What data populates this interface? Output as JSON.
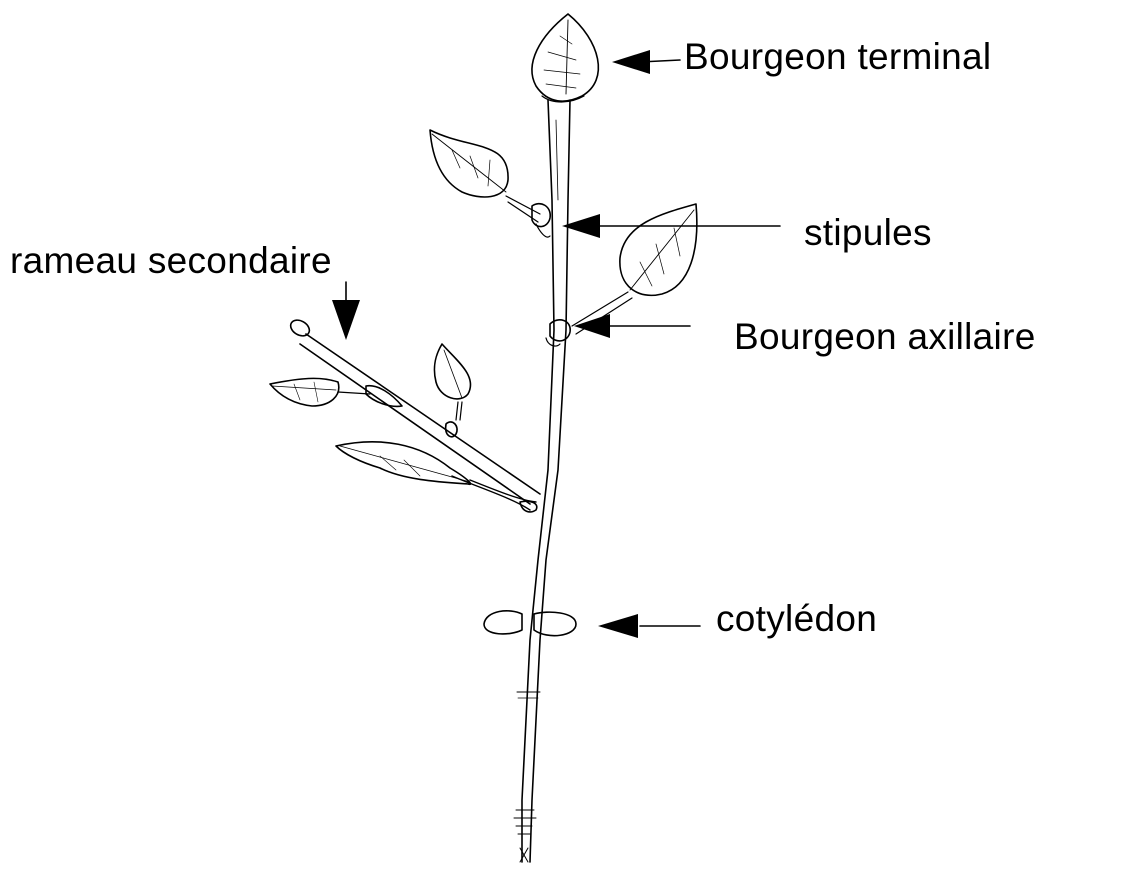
{
  "labels": {
    "bourgeon_terminal": "Bourgeon terminal",
    "stipules": "stipules",
    "rameau_secondaire": "rameau secondaire",
    "bourgeon_axillaire": "Bourgeon axillaire",
    "cotyledon": "cotylédon"
  },
  "colors": {
    "ink": "#000000",
    "background": "#ffffff"
  }
}
